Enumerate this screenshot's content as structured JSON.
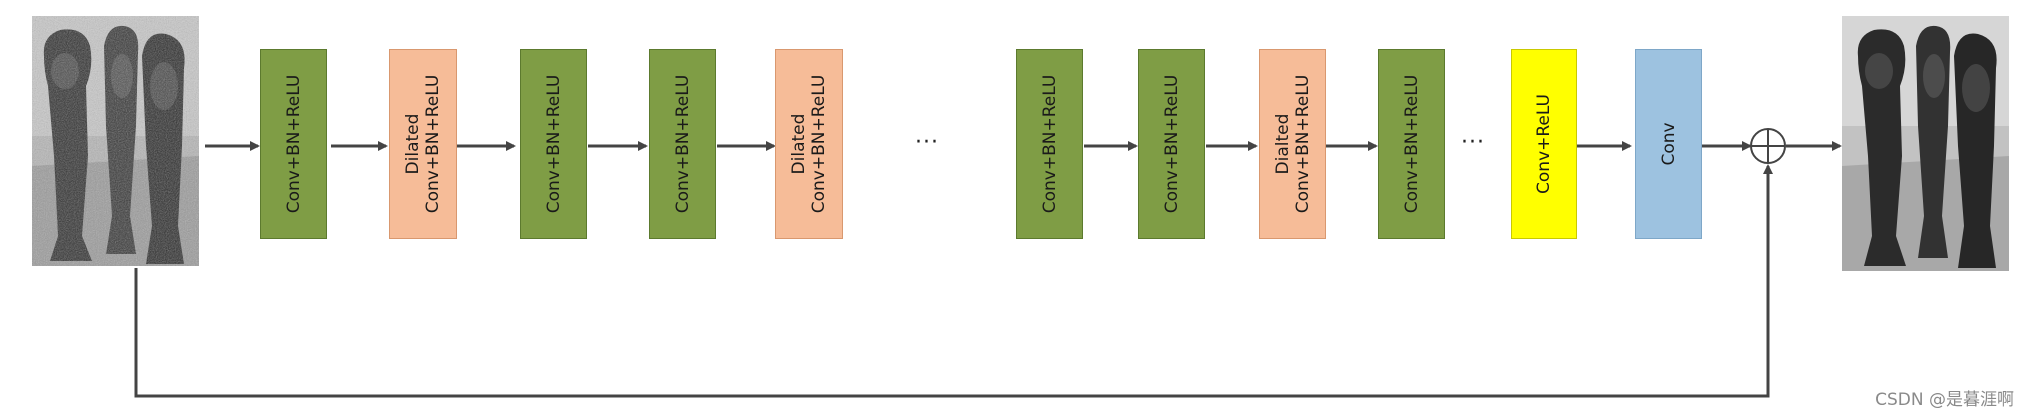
{
  "blocks": [
    {
      "color": "#7f9d45",
      "lines": [
        "Conv+BN+ReLU"
      ]
    },
    {
      "color": "#f6bc98",
      "lines": [
        "Dilated",
        "Conv+BN+ReLU"
      ]
    },
    {
      "color": "#7f9d45",
      "lines": [
        "Conv+BN+ReLU"
      ]
    },
    {
      "color": "#7f9d45",
      "lines": [
        "Conv+BN+ReLU"
      ]
    },
    {
      "color": "#f6bc98",
      "lines": [
        "Dilated",
        "Conv+BN+ReLU"
      ]
    },
    {
      "color": "#7f9d45",
      "lines": [
        "Conv+BN+ReLU"
      ]
    },
    {
      "color": "#7f9d45",
      "lines": [
        "Conv+BN+ReLU"
      ]
    },
    {
      "color": "#f6bc98",
      "lines": [
        "Dialted",
        "Conv+BN+ReLU"
      ]
    },
    {
      "color": "#7f9d45",
      "lines": [
        "Conv+BN+ReLU"
      ]
    },
    {
      "color": "#ffff00",
      "lines": [
        "Conv+ReLU"
      ]
    },
    {
      "color": "#9dc2e0",
      "lines": [
        "Conv"
      ]
    }
  ],
  "ellipsis": [
    "···",
    "···"
  ],
  "images": {
    "input": "noisy-statue-image",
    "output": "denoised-statue-image"
  },
  "watermark": "CSDN @是暮涯啊"
}
